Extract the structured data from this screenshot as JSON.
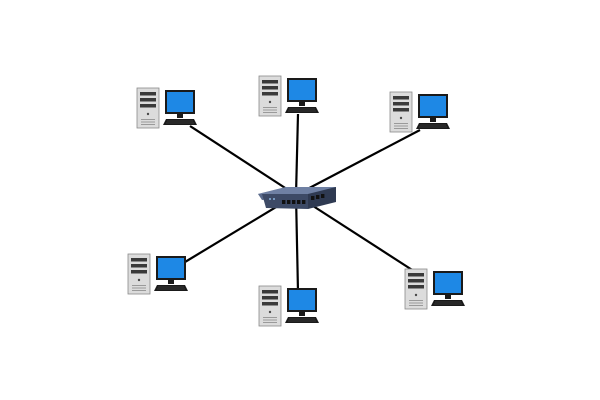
{
  "diagram": {
    "type": "star-network-topology",
    "hub": {
      "icon": "network-switch-icon",
      "port_count": 8
    },
    "nodes": [
      {
        "id": "pc-top-left",
        "icon": "desktop-computer-icon",
        "connected_to": "hub"
      },
      {
        "id": "pc-top-center",
        "icon": "desktop-computer-icon",
        "connected_to": "hub"
      },
      {
        "id": "pc-top-right",
        "icon": "desktop-computer-icon",
        "connected_to": "hub"
      },
      {
        "id": "pc-bottom-left",
        "icon": "desktop-computer-icon",
        "connected_to": "hub"
      },
      {
        "id": "pc-bottom-center",
        "icon": "desktop-computer-icon",
        "connected_to": "hub"
      },
      {
        "id": "pc-bottom-right",
        "icon": "desktop-computer-icon",
        "connected_to": "hub"
      }
    ],
    "colors": {
      "link": "#000000",
      "monitor_screen": "#1e88e5",
      "monitor_bezel": "#1a1a1a",
      "tower_body": "#dcdcdc",
      "tower_dark": "#3a3a3a",
      "switch_top": "#5b6b8c",
      "switch_front": "#3d4a66",
      "switch_side": "#2f3a52",
      "port": "#1a1a1a"
    }
  }
}
